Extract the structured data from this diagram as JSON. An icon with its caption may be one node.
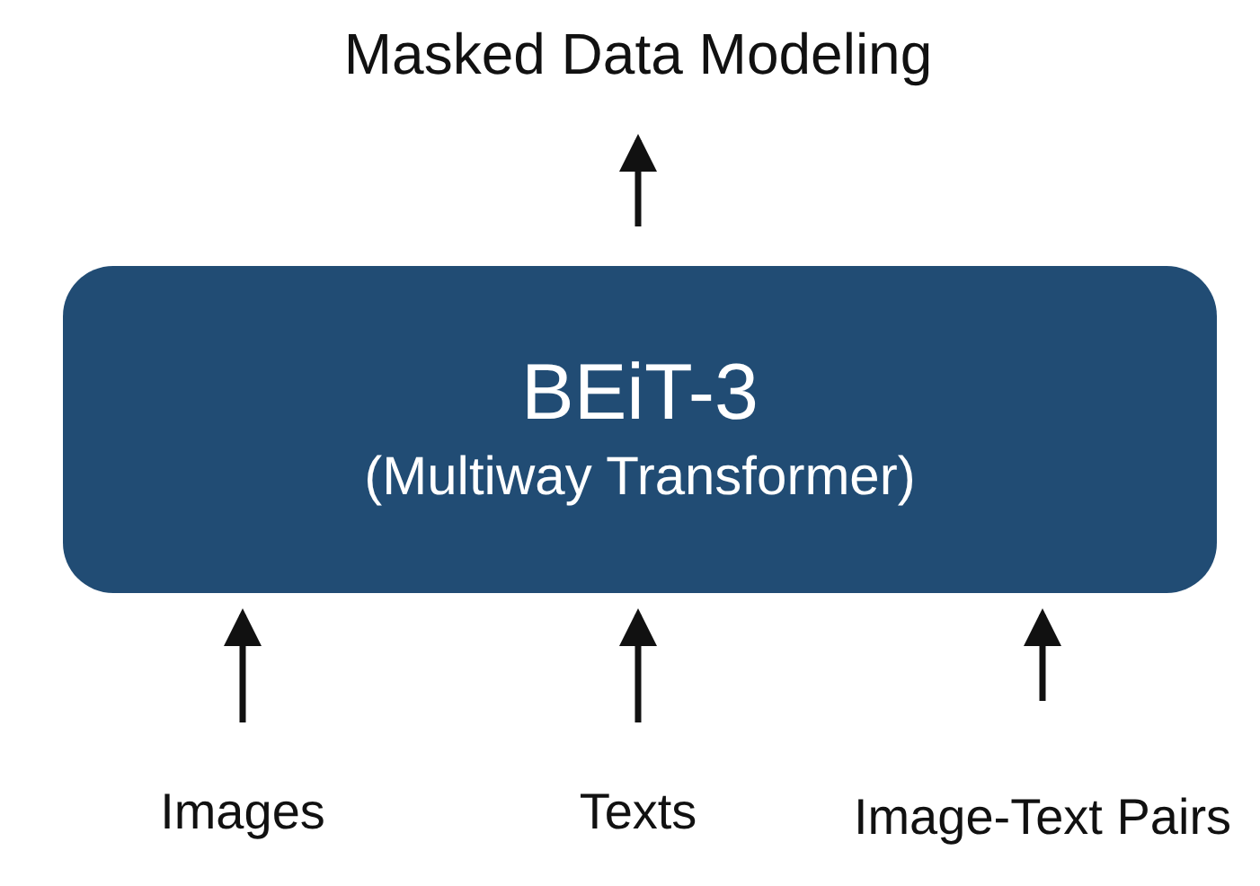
{
  "diagram": {
    "nodes": [
      {
        "text": [
          "Masked Data Modeling"
        ]
      },
      {
        "text": [
          "BEiT-3",
          "(Multiway Transformer)"
        ]
      },
      {
        "text": [
          "Images"
        ]
      },
      {
        "text": [
          "Texts"
        ]
      },
      {
        "text": [
          "Image-Text Pairs"
        ]
      }
    ],
    "edges": [
      {
        "from": 1,
        "to": 0,
        "arrow": "to"
      },
      {
        "from": 2,
        "to": 1,
        "arrow": "to"
      },
      {
        "from": 3,
        "to": 1,
        "arrow": "to"
      },
      {
        "from": 4,
        "to": 1,
        "arrow": "to"
      }
    ]
  }
}
